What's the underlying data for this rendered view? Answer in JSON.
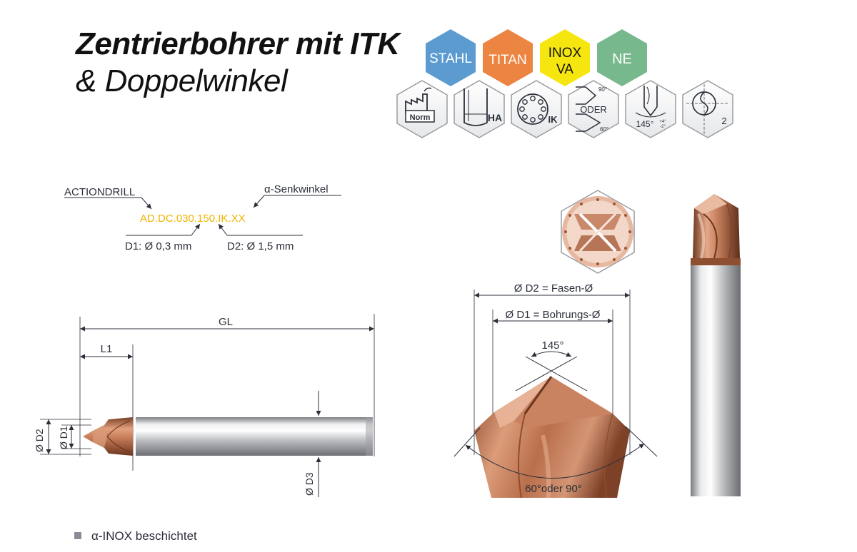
{
  "title": {
    "line1": "Zentrierbohrer mit ITK",
    "line2": "& Doppelwinkel"
  },
  "materials": [
    {
      "label": "STAHL",
      "color": "#5b9bd0",
      "text_color": "#ffffff"
    },
    {
      "label": "TITAN",
      "color": "#ec8542",
      "text_color": "#ffffff"
    },
    {
      "label1": "INOX",
      "label2": "VA",
      "color": "#f6e60f",
      "text_color": "#111111"
    },
    {
      "label": "NE",
      "color": "#78b88d",
      "text_color": "#ffffff"
    }
  ],
  "feature_icons": {
    "norm": "Norm",
    "ha": "HA",
    "ik": "IK",
    "oder_top": "90°",
    "oder": "ODER",
    "oder_bottom": "60°",
    "angle": "145°",
    "tol_plus": "+4°",
    "tol_minus": "-2°",
    "flutes": "2"
  },
  "code": {
    "brand_label": "ACTIONDRILL",
    "angle_label": "α-Senkwinkel",
    "code": "AD.DC.030.150.IK.XX",
    "d1_label": "D1: Ø 0,3 mm",
    "d2_label": "D2: Ø 1,5 mm",
    "code_color": "#f0b400"
  },
  "dimensions": {
    "gl": "GL",
    "l1": "L1",
    "d2": "Ø D2",
    "d1": "Ø D1",
    "d3": "Ø D3"
  },
  "detail": {
    "d2_label": "Ø D2 = Fasen-Ø",
    "d1_label": "Ø D1 = Bohrungs-Ø",
    "tip_angle": "145°",
    "chamfer_angle": "60°oder 90°"
  },
  "legend": {
    "coating": "α-INOX beschichtet"
  }
}
